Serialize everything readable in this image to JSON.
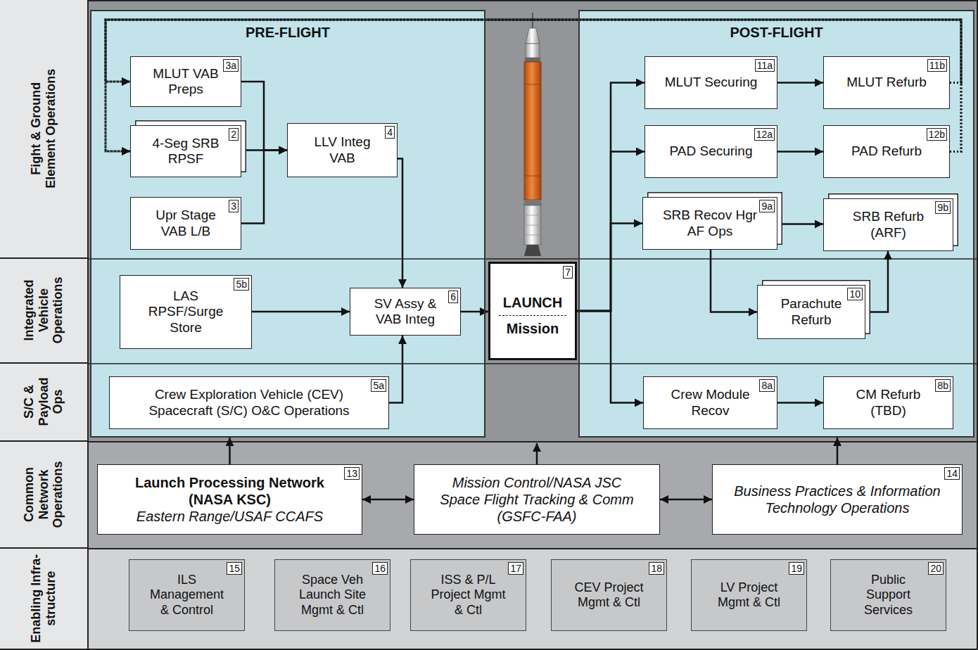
{
  "diagram": {
    "nodes": [
      {
        "text": [
          "Fight & Ground Element Operations"
        ]
      },
      {
        "text": [
          "Integrated Vehicle Operations"
        ]
      },
      {
        "text": [
          "S/C & Payload Ops"
        ]
      },
      {
        "text": [
          "Common Network Operations"
        ]
      },
      {
        "text": [
          "Enabling Infra- structure"
        ]
      },
      {
        "text": [
          "PRE-FLIGHT"
        ]
      },
      {
        "text": [
          "MLUT VAB Preps",
          "3a"
        ],
        "in": 5
      },
      {
        "text": [
          "4-Seg SRB RPSF",
          "2"
        ],
        "in": 5
      },
      {
        "text": [
          "LLV Integ VAB",
          "4"
        ],
        "in": 5
      },
      {
        "text": [
          "Upr Stage VAB L/B",
          "3"
        ],
        "in": 5
      },
      {
        "text": [
          "LAS RPSF/Surge Store",
          "5b"
        ],
        "in": 5
      },
      {
        "text": [
          "SV Assy & VAB Integ",
          "6"
        ],
        "in": 5
      },
      {
        "text": [
          "Crew Exploration Vehicle (CEV) Spacecraft (S/C) O&C Operations",
          "5a"
        ],
        "in": 5
      },
      {
        "text": [
          "LAUNCH",
          "Mission",
          "7"
        ]
      },
      {
        "text": [
          "POST-FLIGHT"
        ]
      },
      {
        "text": [
          "MLUT Securing",
          "11a"
        ],
        "in": 14
      },
      {
        "text": [
          "MLUT Refurb",
          "11b"
        ],
        "in": 14
      },
      {
        "text": [
          "PAD Securing",
          "12a"
        ],
        "in": 14
      },
      {
        "text": [
          "PAD Refurb",
          "12b"
        ],
        "in": 14
      },
      {
        "text": [
          "SRB Recov Hgr AF Ops",
          "9a"
        ],
        "in": 14
      },
      {
        "text": [
          "SRB Refurb (ARF)",
          "9b"
        ],
        "in": 14
      },
      {
        "text": [
          "Parachute Refurb",
          "10"
        ],
        "in": 14
      },
      {
        "text": [
          "Crew Module Recov",
          "8a"
        ],
        "in": 14
      },
      {
        "text": [
          "CM Refurb (TBD)",
          "8b"
        ],
        "in": 14
      },
      {
        "text": [
          "Launch Processing Network (NASA KSC)",
          "Eastern Range/USAF CCAFS",
          "13"
        ]
      },
      {
        "text": [
          "Mission Control/NASA JSC Space Flight Tracking & Comm (GSFC-FAA)"
        ]
      },
      {
        "text": [
          "Business Practices & Information Technology Operations",
          "14"
        ]
      },
      {
        "text": [
          "ILS Management & Control",
          "15"
        ]
      },
      {
        "text": [
          "Space Veh Launch Site Mgmt & Ctl",
          "16"
        ]
      },
      {
        "text": [
          "ISS & P/L Project Mgmt & Ctl",
          "17"
        ]
      },
      {
        "text": [
          "CEV Project Mgmt & Ctl",
          "18"
        ]
      },
      {
        "text": [
          "LV Project Mgmt & Ctl",
          "19"
        ]
      },
      {
        "text": [
          "Public Support Services",
          "20"
        ]
      }
    ],
    "edges": [
      {
        "from": 6,
        "to": 8,
        "arrow": "to"
      },
      {
        "from": 7,
        "to": 8,
        "arrow": "to"
      },
      {
        "from": 9,
        "to": 8,
        "arrow": "to"
      },
      {
        "from": 8,
        "to": 11,
        "arrow": "to"
      },
      {
        "from": 10,
        "to": 11,
        "arrow": "to"
      },
      {
        "from": 12,
        "to": 11,
        "arrow": "to"
      },
      {
        "from": 11,
        "to": 13,
        "arrow": "to"
      },
      {
        "from": 13,
        "to": 15,
        "arrow": "to"
      },
      {
        "from": 13,
        "to": 17,
        "arrow": "to"
      },
      {
        "from": 13,
        "to": 19,
        "arrow": "to"
      },
      {
        "from": 13,
        "to": 22,
        "arrow": "to"
      },
      {
        "from": 15,
        "to": 16,
        "arrow": "to"
      },
      {
        "from": 17,
        "to": 18,
        "arrow": "to"
      },
      {
        "from": 19,
        "to": 20,
        "arrow": "to"
      },
      {
        "from": 19,
        "to": 21,
        "arrow": "to"
      },
      {
        "from": 21,
        "to": 20,
        "arrow": "to"
      },
      {
        "from": 22,
        "to": 23,
        "arrow": "to"
      },
      {
        "from": 16,
        "to": 6,
        "arrow": "to"
      },
      {
        "from": 16,
        "to": 7,
        "arrow": "to"
      },
      {
        "from": 18,
        "to": 6,
        "arrow": "to"
      },
      {
        "from": 18,
        "to": 7,
        "arrow": "to"
      },
      {
        "from": 24,
        "to": 25,
        "arrow": "both"
      },
      {
        "from": 25,
        "to": 26,
        "arrow": "both"
      },
      {
        "from": 24,
        "to": 5,
        "arrow": "to"
      },
      {
        "from": 26,
        "to": 14,
        "arrow": "to"
      }
    ]
  }
}
